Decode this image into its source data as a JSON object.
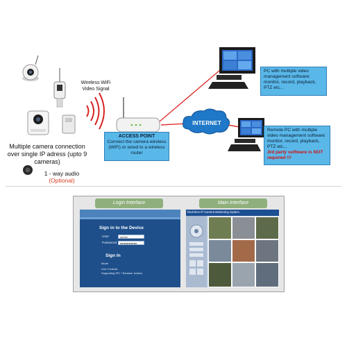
{
  "cameras": {
    "caption": "Multiple camera connection over single IP adress (upto 9 cameras)",
    "audio_label": "1 - way audio",
    "audio_optional": "(Optional)"
  },
  "wifi": {
    "signal_label": "Wireless WiFi Video Signal"
  },
  "access_point": {
    "title": "ACCESS POINT",
    "description": "Connect the camera wireless (WiFi) or wired to a wireless router"
  },
  "internet": {
    "label": "INTERNET"
  },
  "pc_local": {
    "description": "PC with multiple video management software: monitor, record, playback, PTZ etc..."
  },
  "pc_remote": {
    "description": "Remote PC with multiple video management software: monitor, record, playback, PTZ etc...",
    "note": "3rd party software is NOT required !!!"
  },
  "login_interface": {
    "tab_label": "Login Interface",
    "heading": "Sign in to the Device",
    "user_label": "User",
    "user_value": "admin",
    "password_label": "Password",
    "password_value": "●●●●●●●●●●",
    "sign_in": "Sign In",
    "footer_1": "Mode",
    "footer_2": "Live Controls",
    "footer_3": "Supporting IPC * Browser toolbar"
  },
  "main_interface": {
    "tab_label": "Main Interface",
    "window_title": "Real-time IP Camera Monitoring System"
  },
  "colors": {
    "accent_box": "#5ab8e9",
    "connection_line": "#e03030",
    "tab_green": "#8fb07c",
    "cloud_blue": "#1f78c8",
    "optional_red": "#d93a1f"
  }
}
